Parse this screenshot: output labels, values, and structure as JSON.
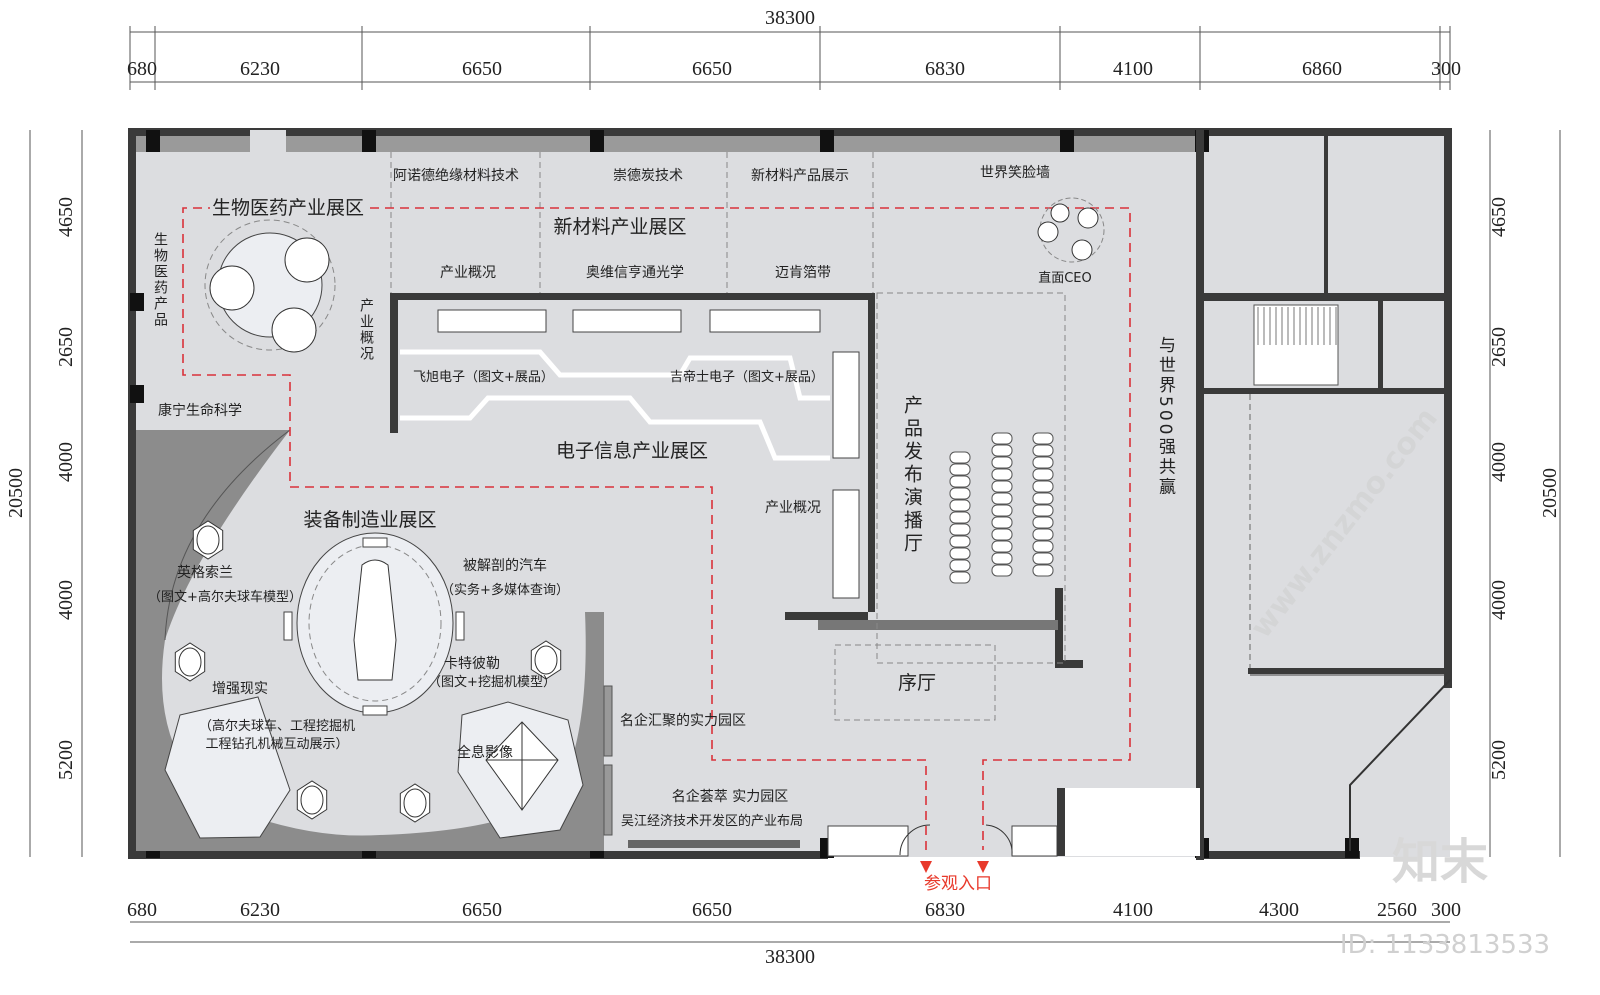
{
  "dimensions": {
    "top_total": "38300",
    "top_segments": [
      "680",
      "6230",
      "6650",
      "6650",
      "6830",
      "4100",
      "6860",
      "300"
    ],
    "bottom_segments": [
      "680",
      "6230",
      "6650",
      "6650",
      "6830",
      "4100",
      "4300",
      "2560",
      "300"
    ],
    "bottom_total": "38300",
    "left_segments": [
      "4650",
      "2650",
      "4000",
      "4000",
      "5200"
    ],
    "left_total": "20500",
    "right_segments": [
      "4650",
      "2650",
      "4000",
      "4000",
      "5200"
    ],
    "right_total": "20500"
  },
  "zones": {
    "biomed": "生物医药产业展区",
    "new_material": "新材料产业展区",
    "electronics": "电子信息产业展区",
    "equipment": "装备制造业展区",
    "launch_hall": "产品发布演播厅",
    "world500": "与世界500强共赢",
    "lobby": "序厅"
  },
  "labels": {
    "arnold": "阿诺德绝缘材料技术",
    "chongde": "崇德炭技术",
    "new_product": "新材料产品展示",
    "smile_wall": "世界笑脸墙",
    "ceo": "直面CEO",
    "overview1": "产业概况",
    "aowei": "奥维信亨通光学",
    "maiken": "迈肯箔带",
    "biomed_products": "生物医药产品",
    "overview_vertical": "产业概况",
    "kangning": "康宁生命科学",
    "feixu": "飞旭电子（图文+展品）",
    "jidishi": "吉帝士电子（图文+展品）",
    "overview2": "产业概况",
    "yinggesuolan": "英格索兰",
    "yinggesuolan_sub": "（图文+高尔夫球车模型）",
    "car": "被解剖的汽车",
    "car_sub": "（实务+多媒体查询）",
    "caterpillar": "卡特彼勒",
    "caterpillar_sub": "（图文+挖掘机模型）",
    "ar": "增强现实",
    "ar_sub1": "（高尔夫球车、工程挖掘机",
    "ar_sub2": "工程钻孔机械互动展示）",
    "hologram": "全息影像",
    "famous_park": "名企汇聚的实力园区",
    "famous_gather": "名企荟萃  实力园区",
    "wujiang": "吴江经济技术开发区的产业布局",
    "entrance": "参观入口"
  },
  "watermark": {
    "logo": "知末",
    "id": "ID: 1133813533",
    "site": "www.znzmo.com"
  },
  "colors": {
    "floor": "#dcdde0",
    "wall": "#3a3a3a",
    "route": "#d9323a",
    "gray_zone": "#8c8c8c",
    "entrance": "#e8392b"
  }
}
